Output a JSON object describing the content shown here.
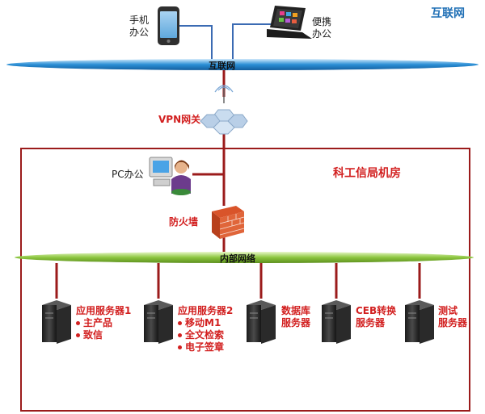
{
  "corner_label": "互联网",
  "internet_bar": "互联网",
  "mobile_label": [
    "手机",
    "办公"
  ],
  "laptop_label": [
    "便携",
    "办公"
  ],
  "vpn_label": "VPN网关",
  "room_label": "科工信局机房",
  "pc_label": "PC办公",
  "firewall_label": "防火墙",
  "lan_label": "内部网络",
  "servers": [
    {
      "title": "应用服务器1",
      "items": [
        "主产品",
        "致信"
      ]
    },
    {
      "title": "应用服务器2",
      "items": [
        "移动M1",
        "全文检索",
        "电子签章"
      ]
    },
    {
      "title": [
        "数据库",
        "服务器"
      ],
      "items": []
    },
    {
      "title": [
        "CEB转换",
        "服务器"
      ],
      "items": []
    },
    {
      "title": [
        "测试",
        "服务器"
      ],
      "items": []
    }
  ],
  "colors": {
    "red": "#d21f1f",
    "internet": "#2b8fd6",
    "lan": "#8cc63f",
    "link": "#3b6bb3"
  }
}
